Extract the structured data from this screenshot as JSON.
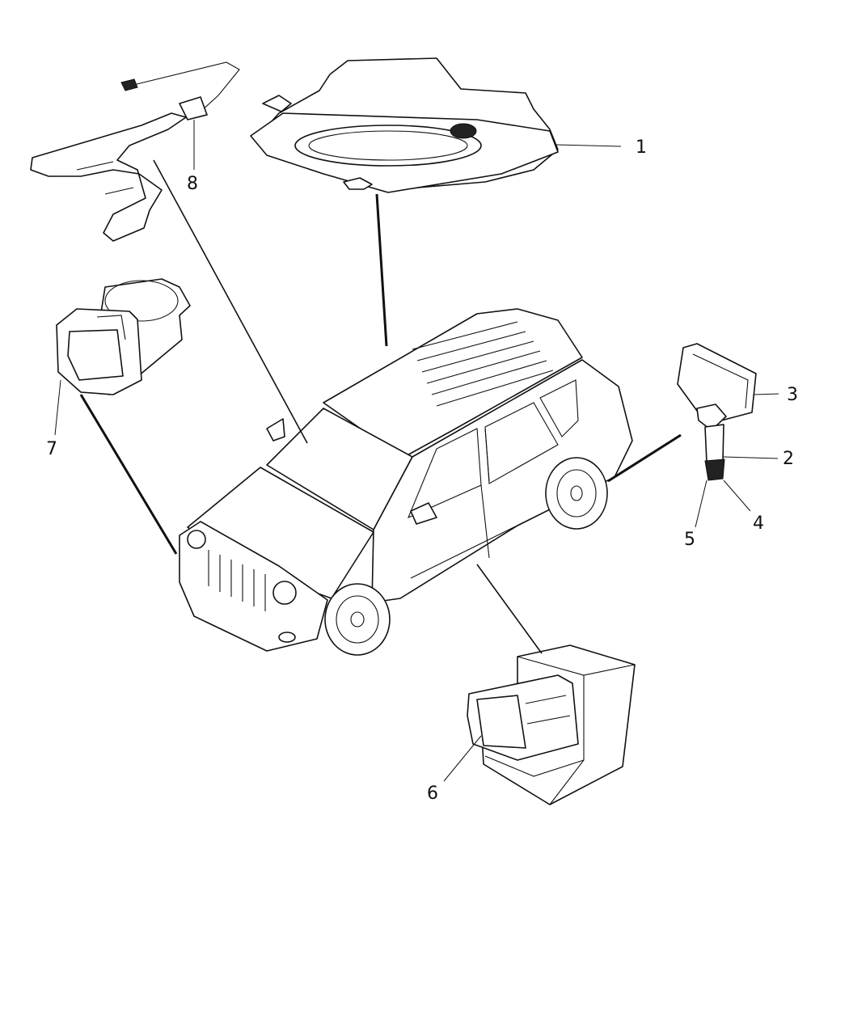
{
  "diagram": {
    "callouts": [
      {
        "id": "1",
        "label": "1"
      },
      {
        "id": "2",
        "label": "2"
      },
      {
        "id": "3",
        "label": "3"
      },
      {
        "id": "4",
        "label": "4"
      },
      {
        "id": "5",
        "label": "5"
      },
      {
        "id": "6",
        "label": "6"
      },
      {
        "id": "7",
        "label": "7"
      },
      {
        "id": "8",
        "label": "8"
      }
    ],
    "parts": [
      {
        "id": "overhead-console",
        "callout": "1"
      },
      {
        "id": "tpms-valve-stem",
        "callout": "2"
      },
      {
        "id": "tpms-sensor",
        "callout": "3"
      },
      {
        "id": "valve-cap",
        "callout": "4"
      },
      {
        "id": "valve-nut",
        "callout": "5"
      },
      {
        "id": "door-antenna",
        "callout": "6"
      },
      {
        "id": "front-sensor",
        "callout": "7"
      },
      {
        "id": "windshield-antenna",
        "callout": "8"
      },
      {
        "id": "vehicle",
        "callout": ""
      }
    ]
  }
}
